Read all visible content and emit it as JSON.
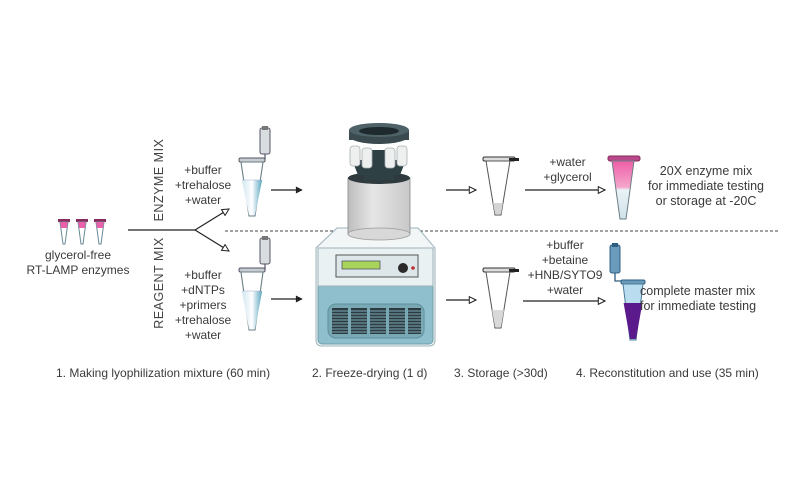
{
  "start": {
    "label_lines": [
      "glycerol-free",
      "RT-LAMP enzymes"
    ],
    "tube_count": 3
  },
  "branches": {
    "enzyme": {
      "label": "ENZYME MIX",
      "additives": [
        "+buffer",
        "+trehalose",
        "+water"
      ],
      "reconstitution_additives": [
        "+water",
        "+glycerol"
      ],
      "result_lines": [
        "20X enzyme mix",
        "for immediate testing",
        "or storage at -20C"
      ]
    },
    "reagent": {
      "label": "REAGENT MIX",
      "additives": [
        "+buffer",
        "+dNTPs",
        "+primers",
        "+trehalose",
        "+water"
      ],
      "reconstitution_additives": [
        "+buffer",
        "+betaine",
        "+HNB/SYTO9",
        "+water"
      ],
      "result_lines": [
        "complete master mix",
        "for immediate testing"
      ]
    }
  },
  "steps": [
    {
      "label": "1. Making lyophilization mixture (60 min)"
    },
    {
      "label": "2. Freeze-drying (1 d)"
    },
    {
      "label": "3. Storage (>30d)"
    },
    {
      "label": "4. Reconstitution and use (35 min)"
    }
  ],
  "colors": {
    "enzyme_pink": "#e8489a",
    "liquid_blue": "#5aa6c0",
    "reagent_purple": "#5b1a8c",
    "machine_teal": "#8fbfcc",
    "machine_dark": "#2f4044",
    "display_green": "#a8d45a"
  }
}
